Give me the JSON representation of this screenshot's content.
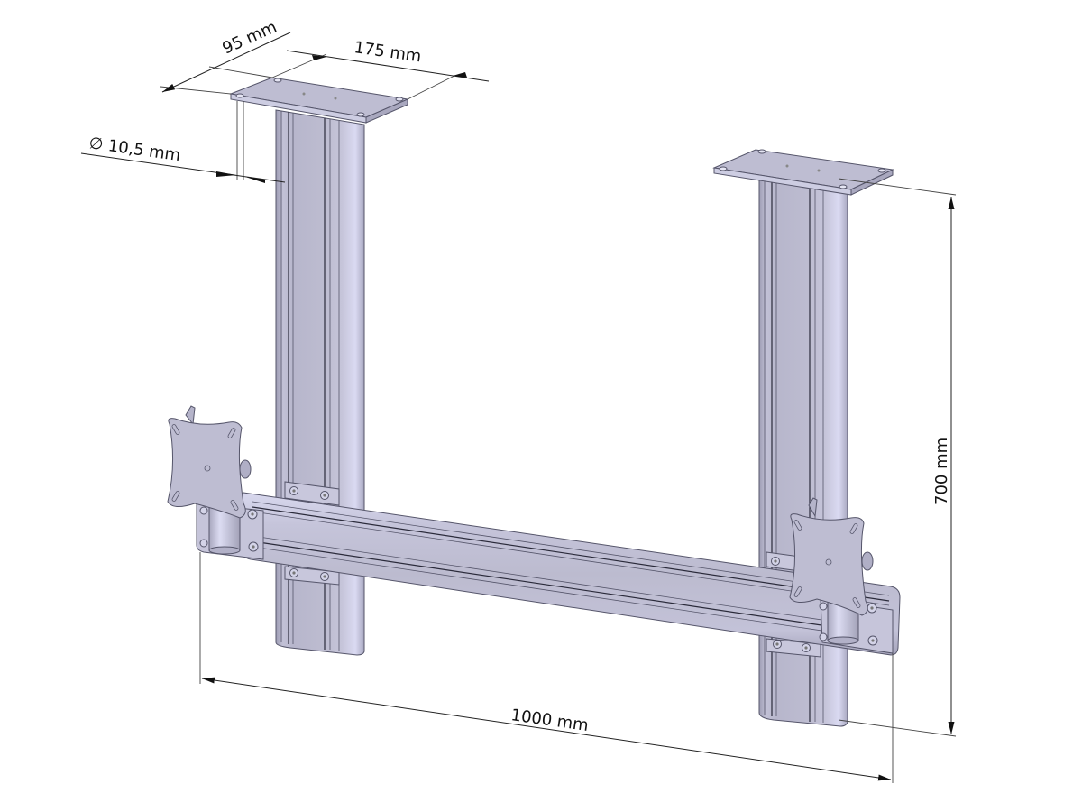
{
  "drawing": {
    "type": "isometric technical drawing",
    "subject": "ceiling-mounted dual monitor bracket",
    "colors": {
      "background": "#ffffff",
      "metal_face": "#bdbcd0",
      "metal_light": "#d6d6ee",
      "metal_shadow": "#9e9db4",
      "edge": "#55556a",
      "dimension_line": "#222222"
    }
  },
  "dimensions": {
    "plate_depth": "95 mm",
    "plate_width": "175 mm",
    "hole_diameter": "∅ 10,5 mm",
    "height": "700 mm",
    "width": "1000 mm"
  },
  "components": {
    "ceiling_plates": 2,
    "vertical_columns": 2,
    "horizontal_rail": 1,
    "vesa_mounts": 2
  }
}
